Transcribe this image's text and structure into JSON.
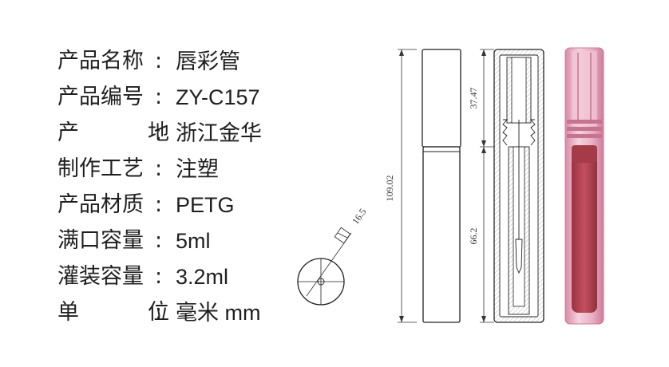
{
  "specs": [
    {
      "label": "产品名称",
      "value": "唇彩管"
    },
    {
      "label": "产品编号",
      "value": "ZY-C157"
    },
    {
      "label": "产地",
      "value": "浙江金华"
    },
    {
      "label": "制作工艺",
      "value": "注塑"
    },
    {
      "label": "产品材质",
      "value": "PETG"
    },
    {
      "label": "满口容量",
      "value": "5ml"
    },
    {
      "label": "灌装容量",
      "value": "3.2ml"
    },
    {
      "label": "单位",
      "value": "毫米 mm"
    }
  ],
  "dimensions": {
    "total_height": "109.02",
    "cap_section": "37.47",
    "body_section": "66.2",
    "diameter": "16.5"
  },
  "colors": {
    "tube_pink": "#e3a8bd",
    "liquid": "#b4414f"
  }
}
